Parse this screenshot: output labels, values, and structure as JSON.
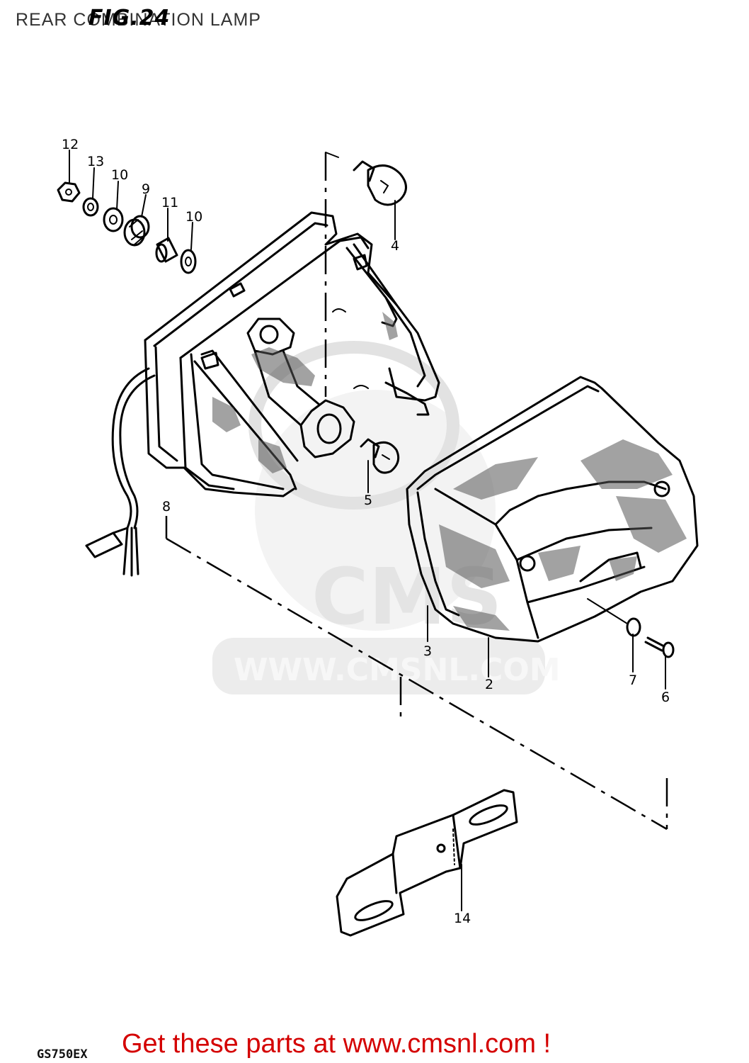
{
  "header": {
    "title": "REAR COMBINATION LAMP",
    "figure": "FIG.24"
  },
  "footer": {
    "model": "GS750EX",
    "cta": "Get these parts at www.cmsnl.com !"
  },
  "watermark": {
    "brand": "CMS",
    "url": "WWW.CMSNL.COM"
  },
  "callouts": [
    "12",
    "13",
    "10",
    "9",
    "11",
    "10",
    "4",
    "8",
    "5",
    "3",
    "2",
    "7",
    "6",
    "14"
  ]
}
